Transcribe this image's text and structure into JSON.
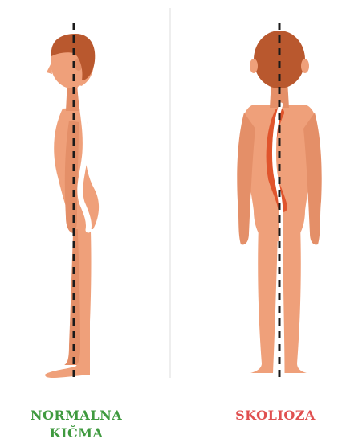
{
  "labels": {
    "normal_line1": "NORMALNA",
    "normal_line2": "KIČMA",
    "scoliosis": "SKOLIOZA"
  },
  "colors": {
    "normal_label": "#3f9a3f",
    "scoliosis_label": "#e05050",
    "skin": "#efa07a",
    "skin_shade": "#e48f68",
    "hair": "#b9582e",
    "spine_highlight": "#e0542c",
    "guide_line": "#1a1a1a",
    "divider": "#eeeeee"
  },
  "icons": {
    "normal_figure": "side-profile-figure-icon",
    "scoliosis_figure": "back-view-figure-icon"
  }
}
